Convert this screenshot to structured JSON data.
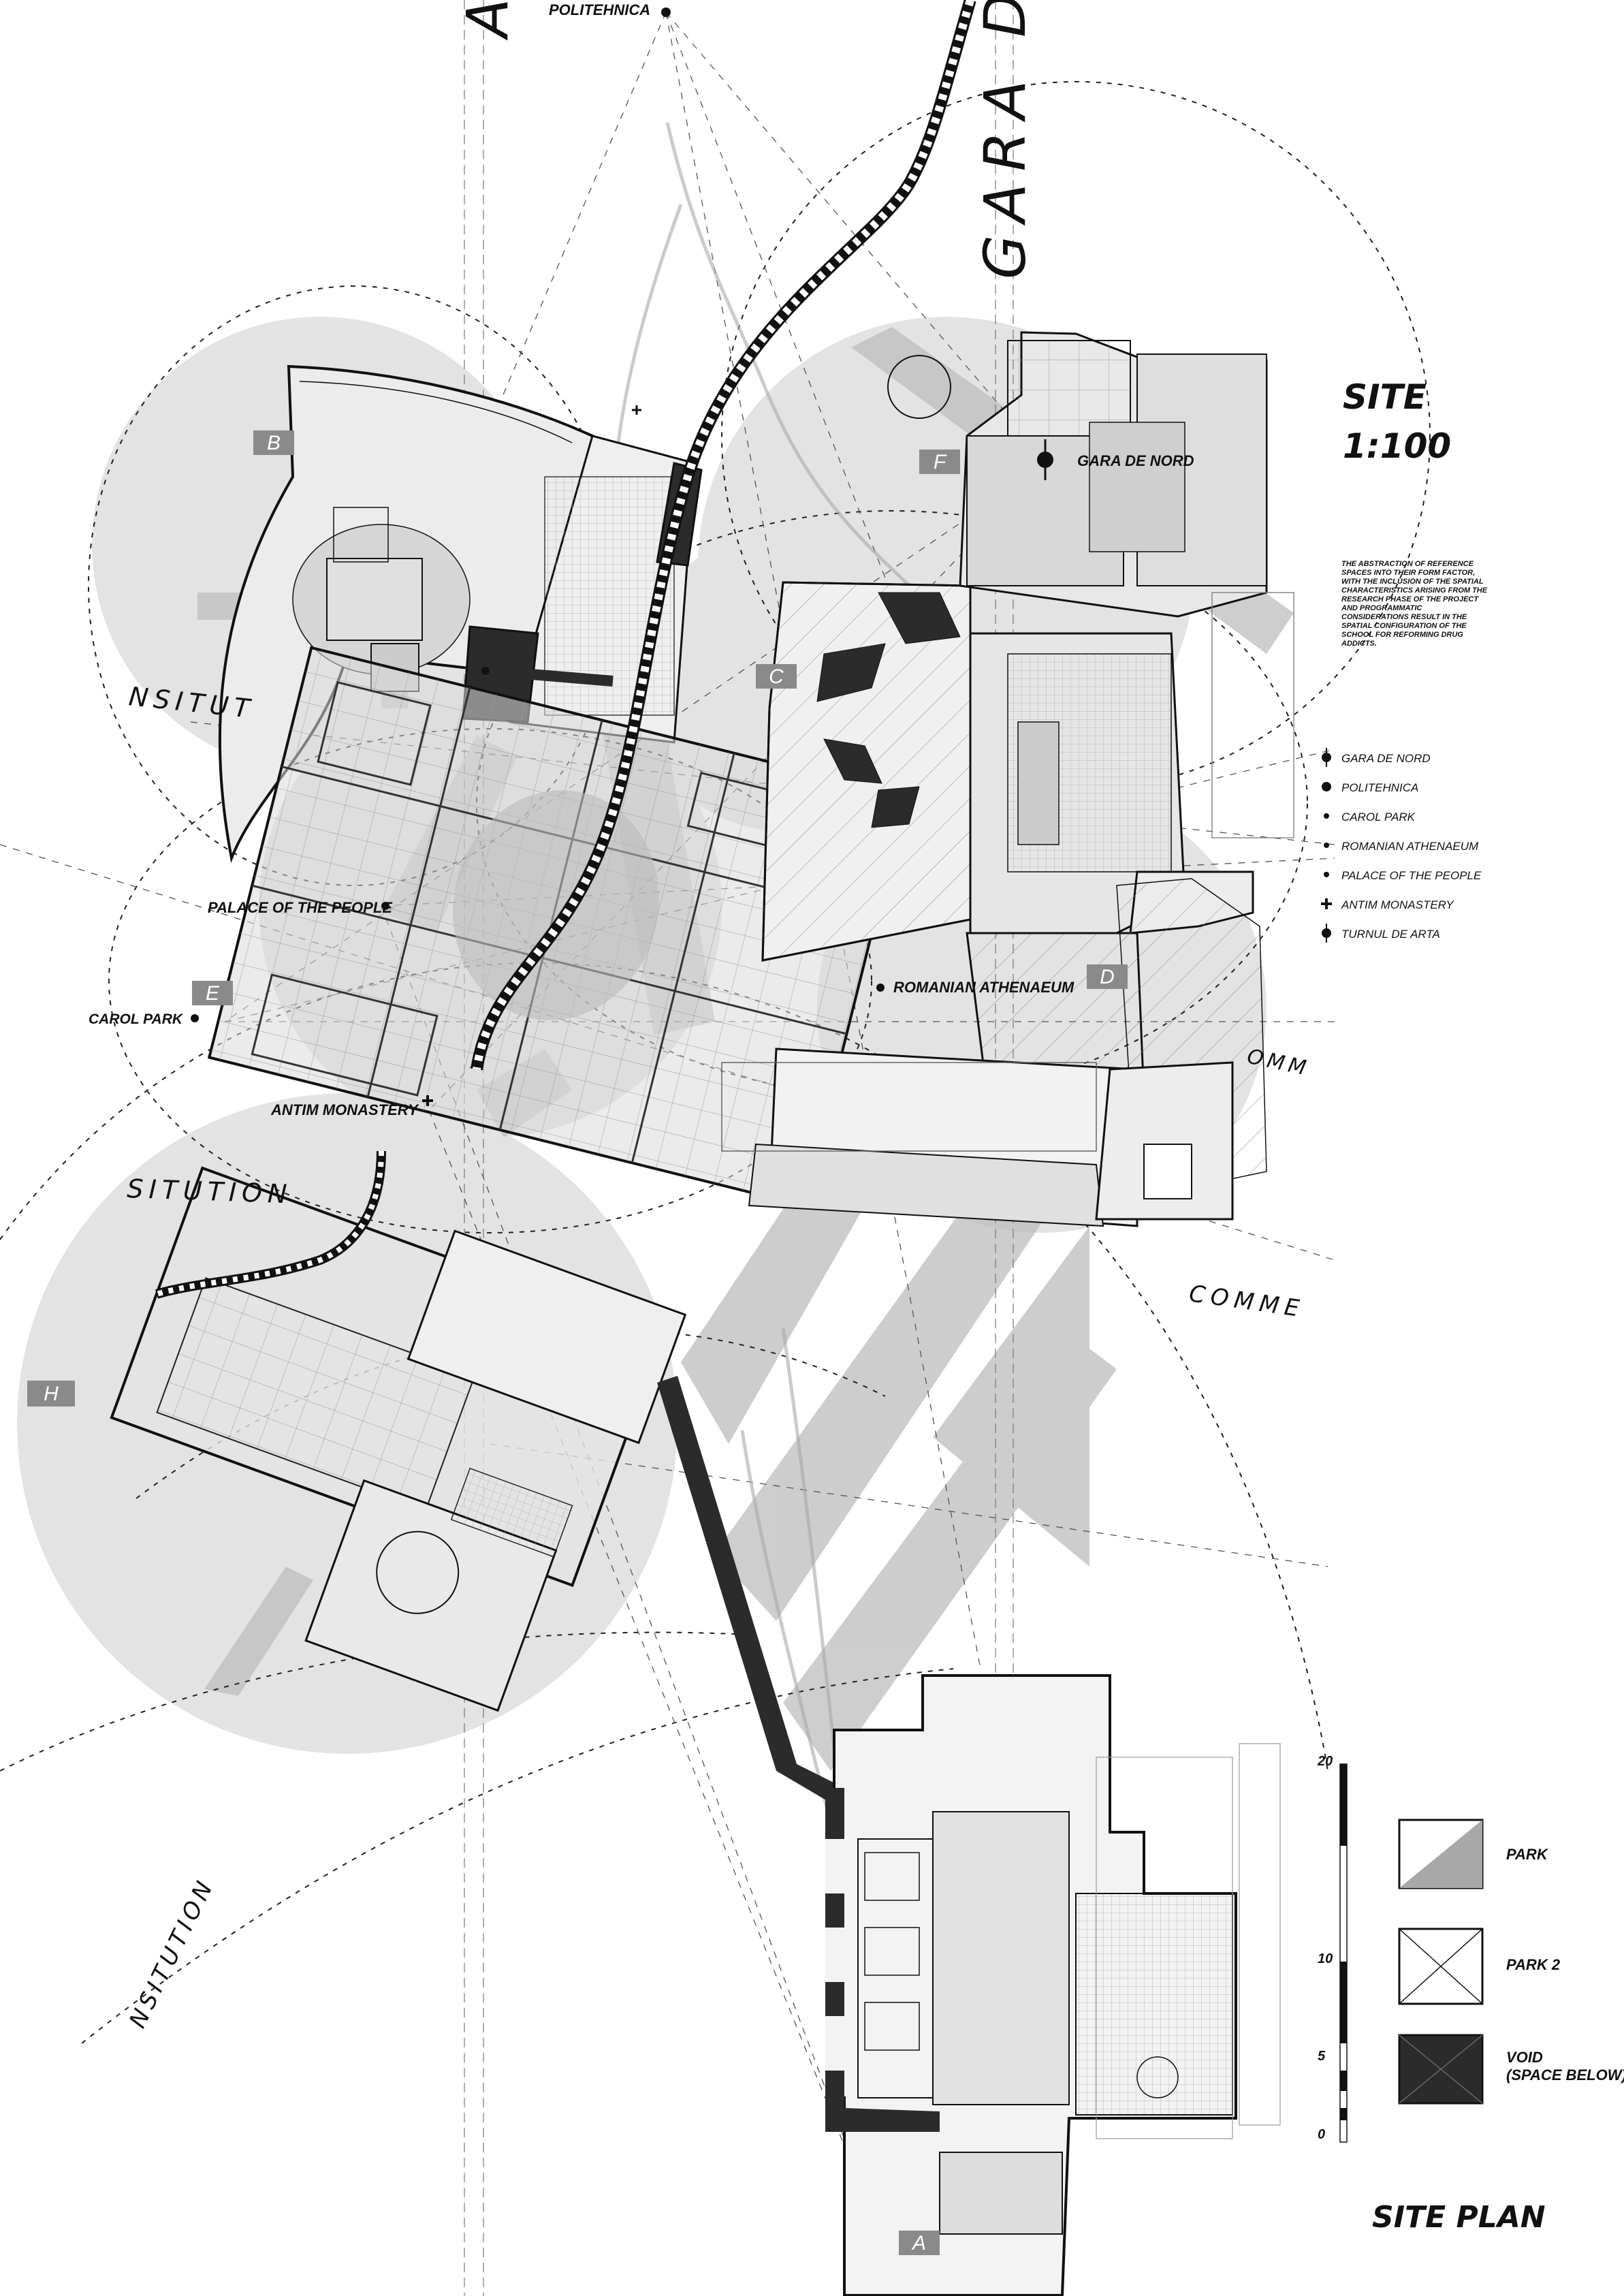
{
  "sheet": {
    "title": "SITE PLAN",
    "scale_title": "SITE",
    "scale_ratio": "1:100",
    "description": "THE ABSTRACTION OF REFERENCE SPACES INTO THEIR FORM FACTOR, WITH THE INCLUSION OF THE SPATIAL CHARACTERISTICS ARISING FROM THE RESEARCH PHASE OF THE PROJECT AND PROGRAMMATIC CONSIDERATIONS RESULT IN THE SPATIAL CONFIGURATION OF THE SCHOOL FOR REFORMING DRUG ADDICTS."
  },
  "big_labels": {
    "gara": "GARA DE",
    "a_letter": "A",
    "institution_1": "NSITUT",
    "institution_2": "SITUTION",
    "institution_3": "NSITUTION",
    "commerce_1": "COMME",
    "commerce_2": "OMM"
  },
  "legend_references": [
    {
      "label": "GARA DE NORD",
      "icon": "filled-dot-icon"
    },
    {
      "label": "POLITEHNICA",
      "icon": "filled-dot-icon"
    },
    {
      "label": "CAROL PARK",
      "icon": "small-dot-icon"
    },
    {
      "label": "ROMANIAN ATHENAEUM",
      "icon": "small-dot-icon"
    },
    {
      "label": "PALACE OF THE PEOPLE",
      "icon": "small-dot-icon"
    },
    {
      "label": "ANTIM MONASTERY",
      "icon": "cross-icon"
    },
    {
      "label": "TURNUL DE ARTA",
      "icon": "crosshair-dot-icon"
    }
  ],
  "map_labels": {
    "politehnica": "POLITEHNICA",
    "gara_de_nord": "GARA DE NORD",
    "palace": "PALACE OF THE PEOPLE",
    "carol_park": "CAROL PARK",
    "antim": "ANTIM MONASTERY",
    "athenaeum": "ROMANIAN ATHENAEUM"
  },
  "zone_tags": [
    "A",
    "B",
    "C",
    "D",
    "E",
    "F",
    "H"
  ],
  "material_legend": [
    {
      "label": "PARK",
      "pattern": "diagonal-half-grey"
    },
    {
      "label": "PARK 2",
      "pattern": "crosshatch"
    },
    {
      "label": "VOID",
      "label2": "(SPACE BELOW)",
      "pattern": "solid-dark-cross"
    }
  ],
  "scale_bar": {
    "ticks": [
      "20",
      "10",
      "5",
      "0"
    ]
  },
  "colors": {
    "ink": "#111111",
    "circle_fill": "#e3e3e3",
    "band_grey": "#cfcfcf",
    "tag_grey": "#8a8a8a",
    "void": "#2b2b2b"
  }
}
